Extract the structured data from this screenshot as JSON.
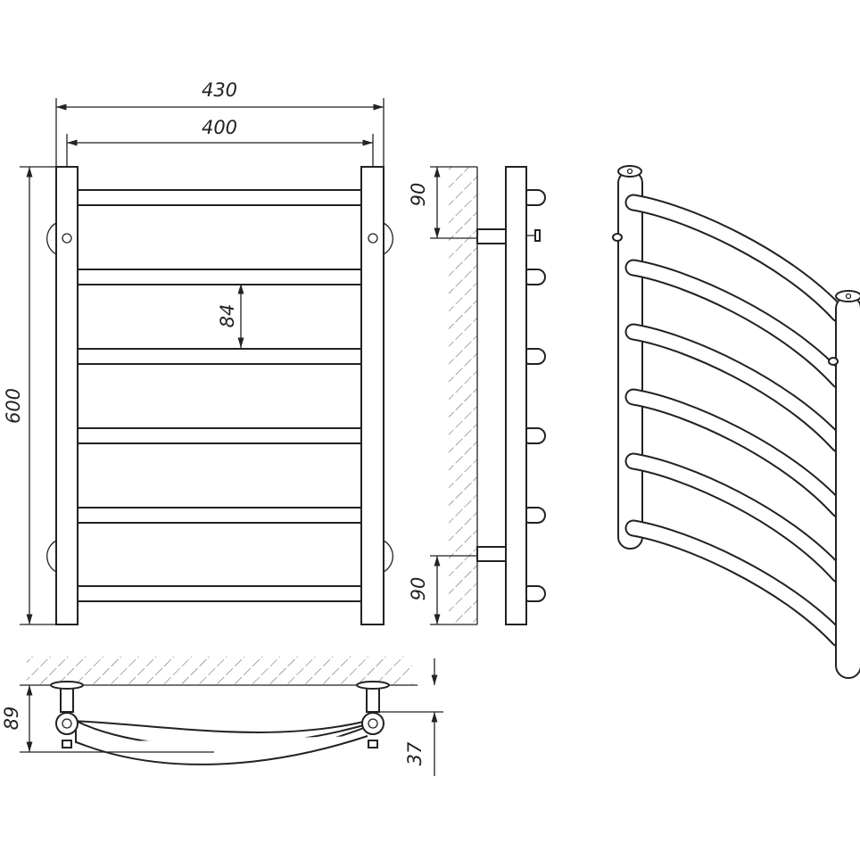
{
  "title": "Towel rail dimension drawing",
  "dimensions": {
    "overall_width": "430",
    "axis_width": "400",
    "height": "600",
    "rung_spacing": "84",
    "top_bracket_offset": "90",
    "bottom_bracket_offset": "90",
    "wall_depth": "89",
    "bracket_depth": "37"
  },
  "colors": {
    "line": "#222222",
    "background": "#ffffff"
  }
}
